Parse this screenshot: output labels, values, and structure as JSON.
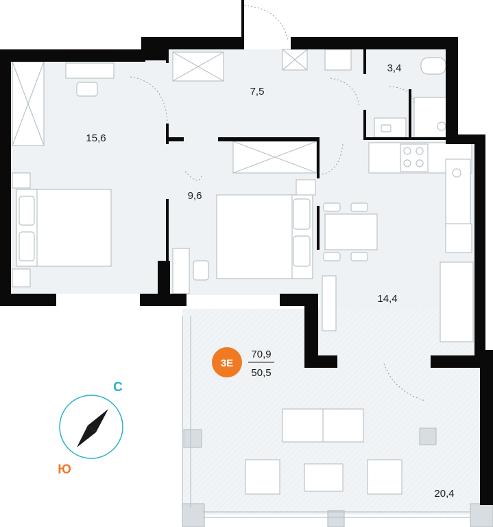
{
  "plan": {
    "apartment_code": "3Е",
    "total_area": "70,9",
    "living_area": "50,5",
    "rooms": [
      {
        "id": "bedroom-left",
        "area": "15,6"
      },
      {
        "id": "hallway",
        "area": "7,5"
      },
      {
        "id": "bathroom",
        "area": "3,4"
      },
      {
        "id": "bedroom-middle",
        "area": "9,6"
      },
      {
        "id": "kitchen-living",
        "area": "14,4"
      },
      {
        "id": "terrace",
        "area": "20,4"
      }
    ]
  },
  "compass": {
    "north_label": "С",
    "south_label": "Ю",
    "north_color": "#2bb0c8",
    "south_color": "#f07a2a"
  },
  "colors": {
    "wall": "#0a0a0a",
    "floor": "#eef2f4",
    "furniture_stroke": "#b9c3c8",
    "badge": "#ef7a23"
  }
}
